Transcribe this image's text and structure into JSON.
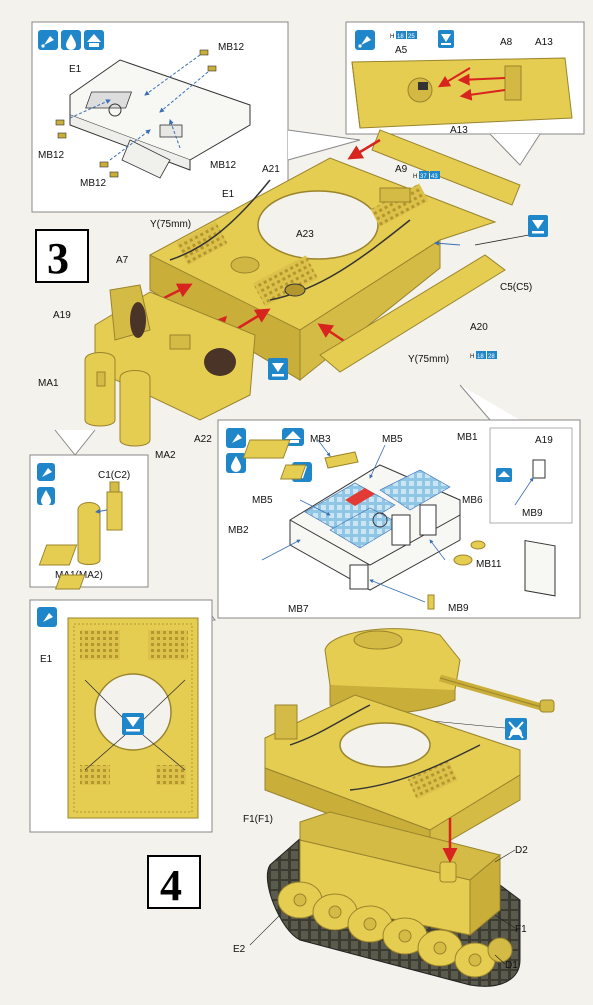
{
  "colors": {
    "part_yellow": "#e5cd52",
    "part_shade": "#c9ae3a",
    "icon_blue": "#1f86c9",
    "pe_blue": "#8fc6e6",
    "arrow_red": "#d8241f",
    "callout_blue": "#3a6fb4",
    "mark_red": "#e23a34"
  },
  "icons": [
    "glue-icon",
    "cement-drop-icon",
    "flip-icon",
    "pe-etch-icon",
    "apply-icon",
    "drill-hole-icon",
    "do-not-glue-icon"
  ],
  "steps": {
    "three": "3",
    "four": "4"
  },
  "inset_top_left": {
    "labels": {
      "e1": "E1",
      "mb12_a": "MB12",
      "mb12_b": "MB12",
      "mb12_c": "MB12",
      "mb12_d": "MB12"
    }
  },
  "inset_top_right": {
    "labels": {
      "a5": "A5",
      "a8": "A8",
      "a13": "A13",
      "paint_a": "H",
      "paint_a_n1": "18",
      "paint_a_n2": "25"
    }
  },
  "step3": {
    "labels": {
      "a13": "A13",
      "a9": "A9",
      "a21": "A21",
      "e1": "E1",
      "y75_a": "Y(75mm)",
      "a23": "A23",
      "a7": "A7",
      "a19": "A19",
      "c5": "C5(C5)",
      "a20": "A20",
      "y75_b": "Y(75mm)",
      "ma1": "MA1",
      "ma2": "MA2",
      "a22": "A22",
      "paint_b": "H",
      "paint_b_n1": "37",
      "paint_b_n2": "43",
      "paint_c": "H",
      "paint_c_n1": "18",
      "paint_c_n2": "28"
    }
  },
  "inset_ma": {
    "labels": {
      "c1": "C1(C2)",
      "ma": "MA1(MA2)"
    }
  },
  "inset_pe": {
    "labels": {
      "mb3": "MB3",
      "mb5_a": "MB5",
      "mb1": "MB1",
      "mb6": "MB6",
      "mb5_b": "MB5",
      "mb2": "MB2",
      "mb7": "MB7",
      "mb11": "MB11",
      "mb9_a": "MB9",
      "a19": "A19",
      "mb9_b": "MB9"
    }
  },
  "inset_bottom": {
    "labels": {
      "e1": "E1"
    }
  },
  "step4": {
    "labels": {
      "f1_f1": "F1(F1)",
      "d2": "D2",
      "f1": "F1",
      "e2": "E2",
      "d1": "D1"
    }
  }
}
